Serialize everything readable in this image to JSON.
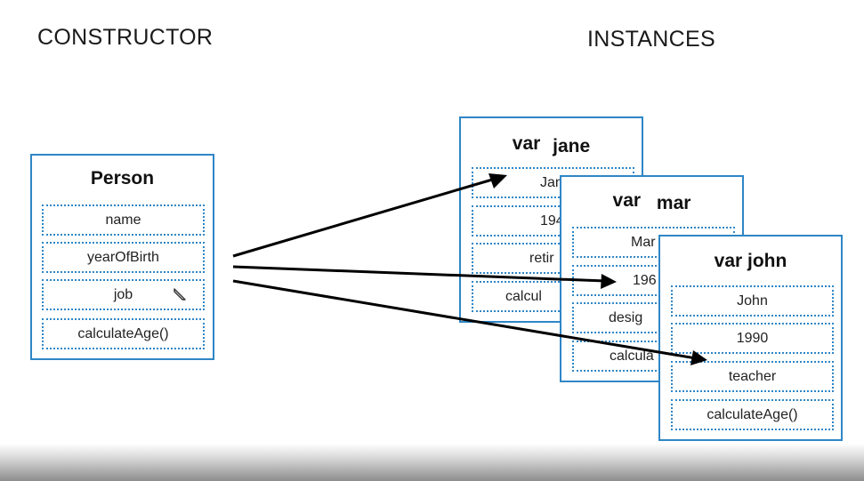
{
  "headings": {
    "constructor": "CONSTRUCTOR",
    "instances": "INSTANCES"
  },
  "person": {
    "title": "Person",
    "fields": [
      "name",
      "yearOfBirth",
      "job",
      "calculateAge()"
    ]
  },
  "jane": {
    "title_var": "var",
    "title_name": "jane",
    "fields": [
      "Jan",
      "194",
      "retir",
      "calcul"
    ]
  },
  "mar": {
    "title_var": "var",
    "title_name": "mar",
    "fields": [
      "Mar",
      "196",
      "desig",
      "calcula"
    ]
  },
  "john": {
    "title": "var john",
    "fields": [
      "John",
      "1990",
      "teacher",
      "calculateAge()"
    ]
  },
  "icons": {
    "cursor": "pencil-cursor-icon"
  },
  "colors": {
    "box_border": "#2f86c6",
    "arrow": "#000000"
  }
}
